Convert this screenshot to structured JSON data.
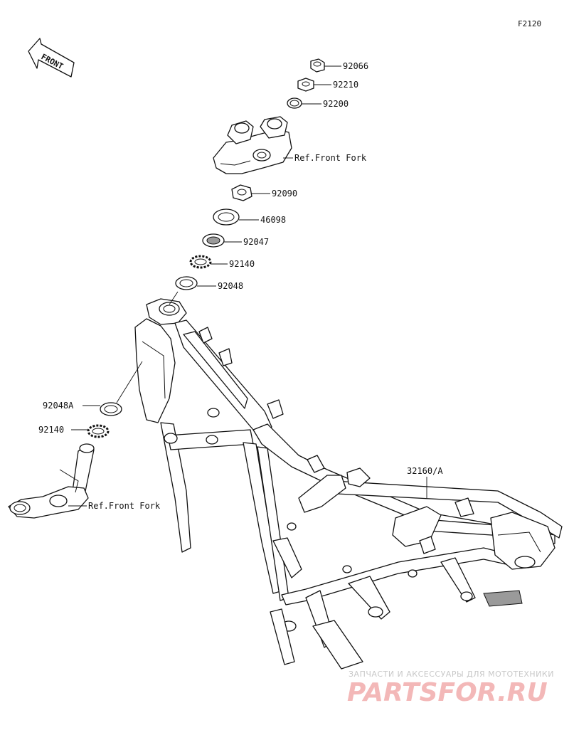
{
  "figure_code": "F2120",
  "front_marker": "FRONT",
  "callouts": [
    {
      "id": "nut-top",
      "label": "92066"
    },
    {
      "id": "nut-2",
      "label": "92210"
    },
    {
      "id": "washer-top",
      "label": "92200"
    },
    {
      "id": "upper-bracket",
      "label": "Ref.Front Fork"
    },
    {
      "id": "nut-lower",
      "label": "92090"
    },
    {
      "id": "cap",
      "label": "46098"
    },
    {
      "id": "bearing-seal",
      "label": "92047"
    },
    {
      "id": "ball-upper",
      "label": "92140"
    },
    {
      "id": "race-upper",
      "label": "92048"
    },
    {
      "id": "race-lower",
      "label": "92048A"
    },
    {
      "id": "ball-lower",
      "label": "92140"
    },
    {
      "id": "stem",
      "label": "Ref.Front Fork"
    },
    {
      "id": "frame",
      "label": "32160/A"
    }
  ],
  "watermark": {
    "line1": "ЗАПЧАСТИ И АКСЕССУАРЫ ДЛЯ МОТОТЕХНИКИ",
    "line2": "PARTSFOR.RU"
  }
}
